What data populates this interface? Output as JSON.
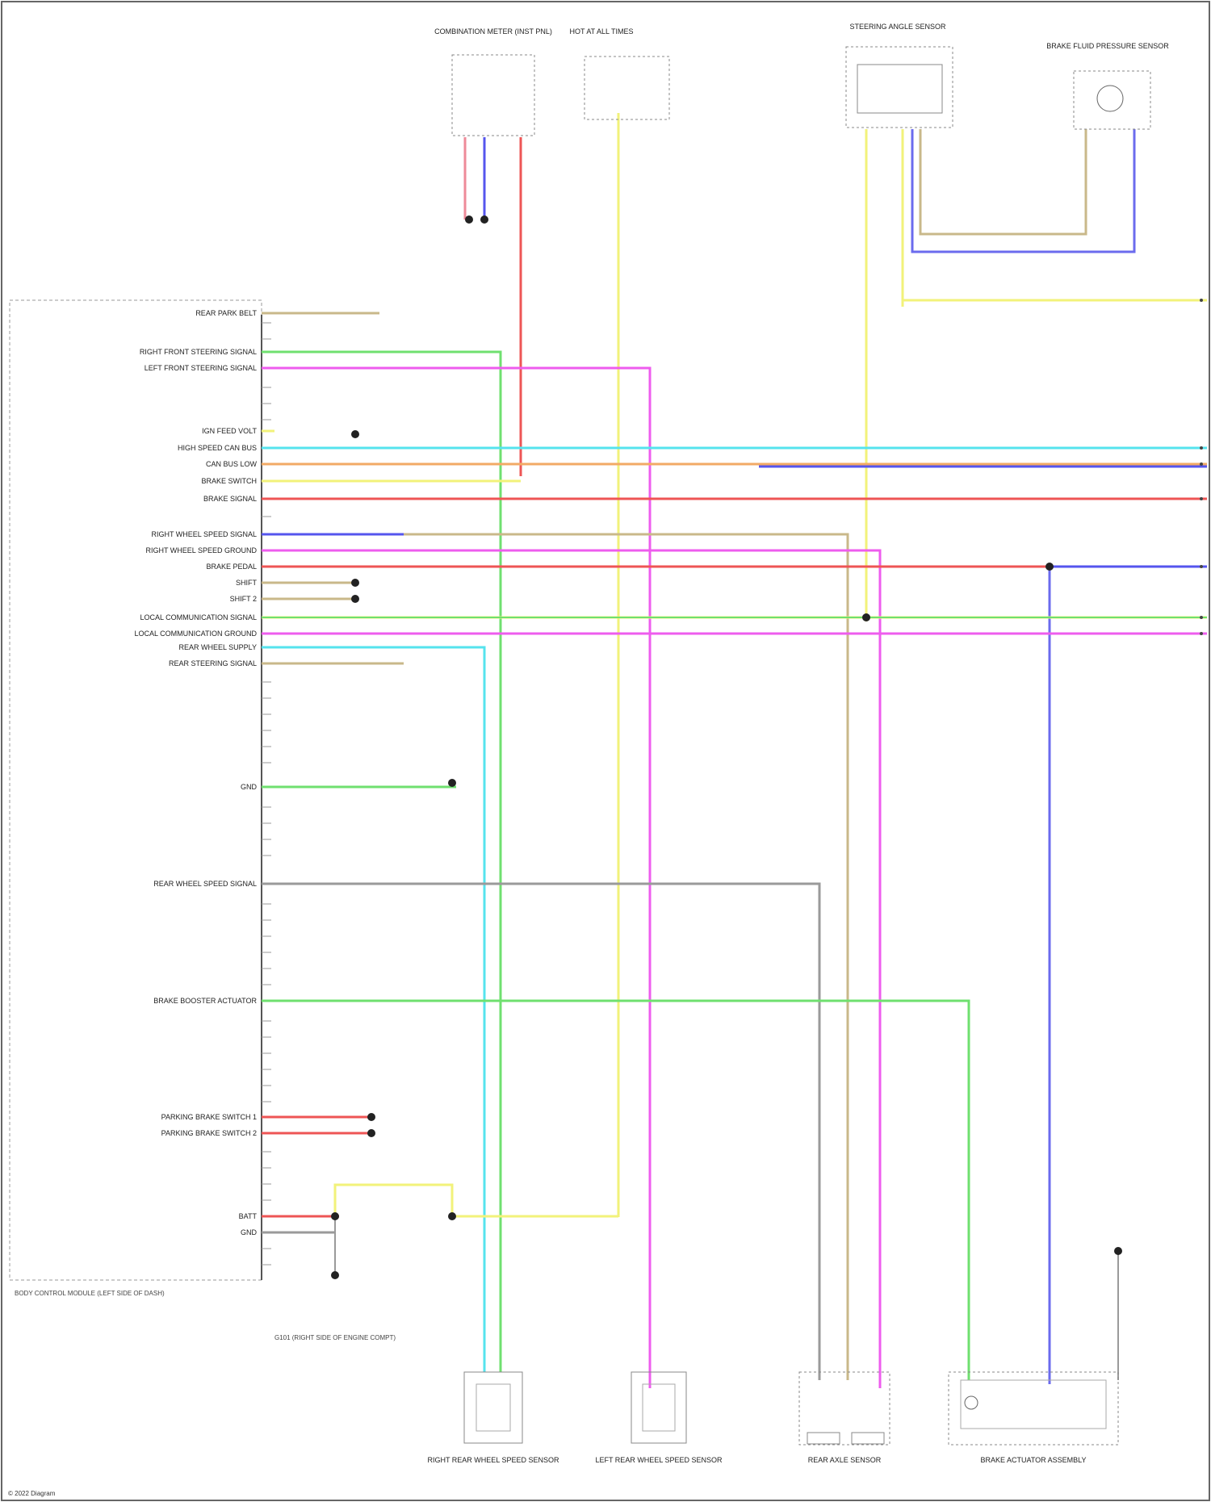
{
  "colors": {
    "yellow": "#f2f27a",
    "green": "#6fe06f",
    "pink": "#ee5cee",
    "red": "#ee5555",
    "blue": "#5555ee",
    "cyan": "#55e3ee",
    "tan": "#c9b88a",
    "orange": "#f2aa66",
    "gray": "#9a9a9a",
    "frame": "#666666"
  },
  "top_components": [
    {
      "id": "comb-meter",
      "label": "COMBINATION METER (INST PNL)"
    },
    {
      "id": "hot-at-all-times",
      "label": "HOT AT ALL TIMES"
    },
    {
      "id": "steering-angle-sensor",
      "label": "STEERING ANGLE SENSOR"
    },
    {
      "id": "brake-fluid-sensor",
      "label": "BRAKE FLUID PRESSURE SENSOR"
    }
  ],
  "pin_labels": [
    "REAR PARK BELT",
    "RIGHT FRONT STEERING SIGNAL",
    "LEFT FRONT STEERING SIGNAL",
    "IGN FEED VOLT",
    "HIGH SPEED CAN BUS",
    "CAN BUS LOW",
    "BRAKE SWITCH",
    "BRAKE SIGNAL",
    "RIGHT WHEEL SPEED SIGNAL",
    "RIGHT WHEEL SPEED GROUND",
    "BRAKE PEDAL",
    "SHIFT",
    "SHIFT 2",
    "LOCAL COMMUNICATION SIGNAL",
    "LOCAL COMMUNICATION GROUND",
    "REAR WHEEL SUPPLY",
    "REAR STEERING SIGNAL",
    "GND",
    "REAR WHEEL SPEED SIGNAL",
    "BRAKE BOOSTER ACTUATOR",
    "PARKING BRAKE SWITCH 1",
    "PARKING BRAKE SWITCH 2",
    "BATT",
    "GND"
  ],
  "bottom_components": [
    {
      "id": "rr-wheel-speed",
      "label": "RIGHT REAR WHEEL SPEED SENSOR"
    },
    {
      "id": "lr-wheel-speed",
      "label": "LEFT REAR WHEEL SPEED SENSOR"
    },
    {
      "id": "rear-axle-sensor",
      "label": "REAR AXLE SENSOR"
    },
    {
      "id": "brake-assembly",
      "label": "BRAKE ACTUATOR ASSEMBLY"
    }
  ],
  "ground_note": "G101 (RIGHT SIDE OF ENGINE COMPT)",
  "module_note": "BODY CONTROL MODULE (LEFT SIDE OF DASH)",
  "footer": "© 2022 Diagram"
}
